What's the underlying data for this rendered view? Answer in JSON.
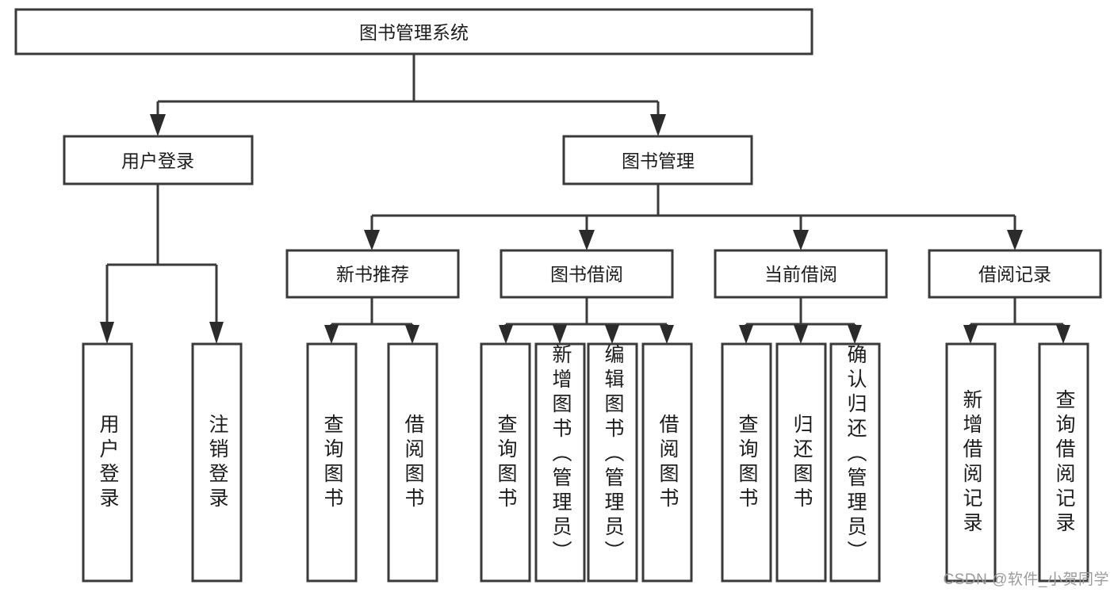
{
  "diagram": {
    "title": "图书管理系统",
    "type": "tree-hierarchy-chart",
    "root": {
      "label": "图书管理系统"
    },
    "level2": [
      {
        "label": "用户登录"
      },
      {
        "label": "图书管理"
      }
    ],
    "level3": [
      {
        "label": "新书推荐"
      },
      {
        "label": "图书借阅"
      },
      {
        "label": "当前借阅"
      },
      {
        "label": "借阅记录"
      }
    ],
    "leaves": {
      "user_login": [
        {
          "label": "用户登录"
        },
        {
          "label": "注销登录"
        }
      ],
      "new_book_recommend": [
        {
          "label": "查询图书"
        },
        {
          "label": "借阅图书"
        }
      ],
      "book_borrow": [
        {
          "label": "查询图书"
        },
        {
          "label": "新增图书（管理员）"
        },
        {
          "label": "编辑图书（管理员）"
        },
        {
          "label": "借阅图书"
        }
      ],
      "current_borrow": [
        {
          "label": "查询图书"
        },
        {
          "label": "归还图书"
        },
        {
          "label": "确认归还（管理员）"
        }
      ],
      "borrow_record": [
        {
          "label": "新增借阅记录"
        },
        {
          "label": "查询借阅记录"
        }
      ]
    }
  },
  "watermark": {
    "text": "CSDN @软件_小贺同学"
  },
  "colors": {
    "box_stroke": "#3a3a3a",
    "box_fill": "#ffffff",
    "connector": "#3a3a3a",
    "text": "#1c1c1c",
    "watermark": "#9b9b9b",
    "background": "#ffffff"
  }
}
